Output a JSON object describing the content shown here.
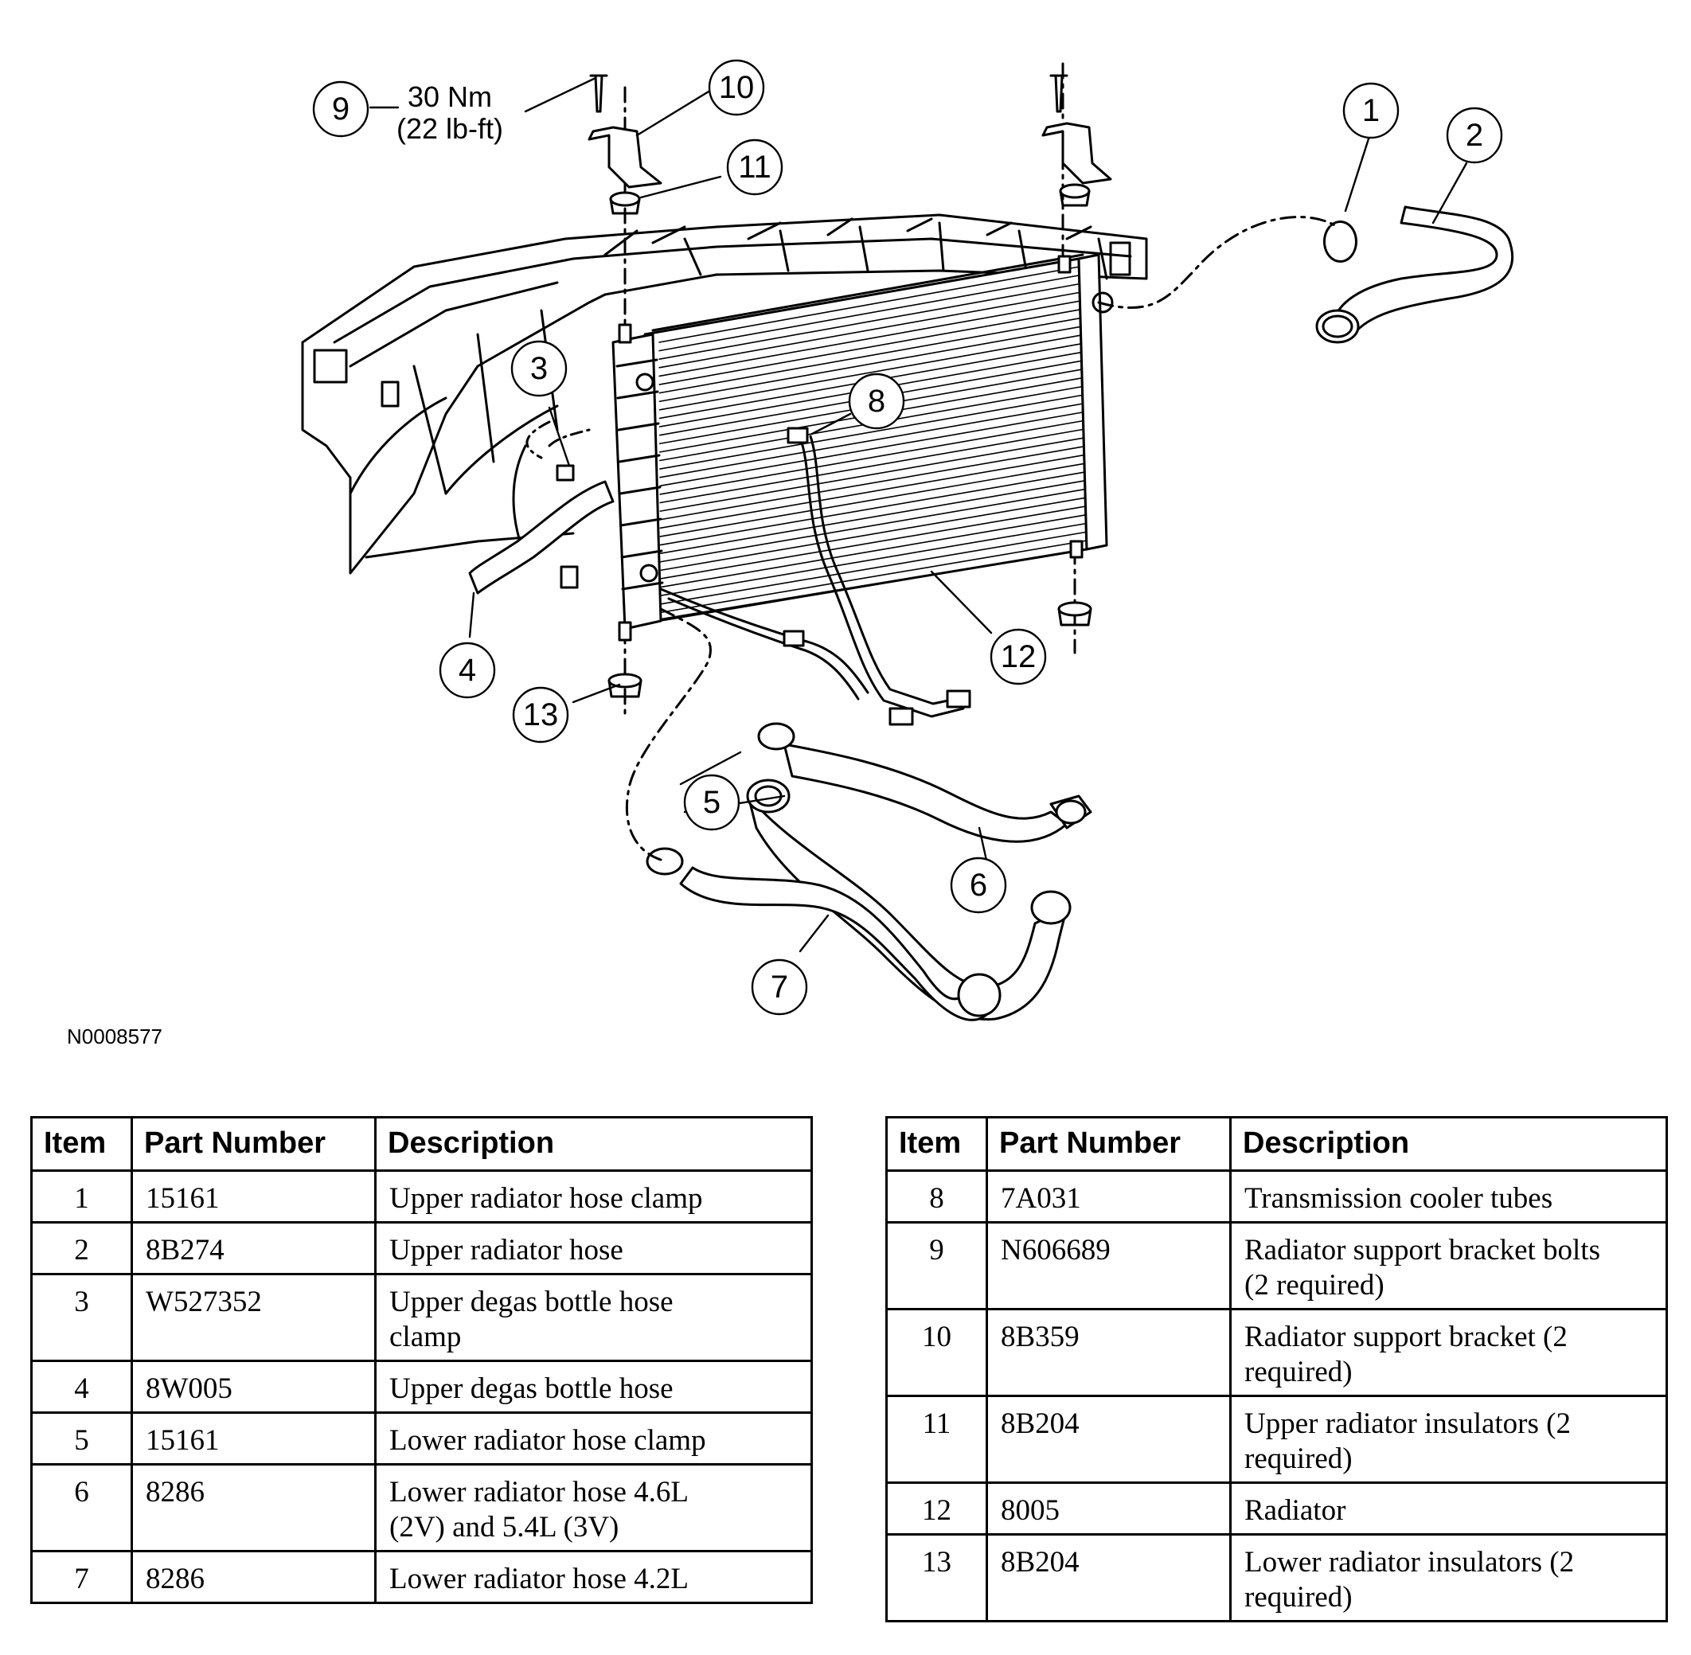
{
  "figure_id": "N0008577",
  "torque": {
    "value": "30 Nm",
    "imperial": "(22 lb-ft)"
  },
  "callouts": [
    "1",
    "2",
    "3",
    "4",
    "5",
    "6",
    "7",
    "8",
    "9",
    "10",
    "11",
    "12",
    "13"
  ],
  "table_headers": {
    "item": "Item",
    "part_number": "Part Number",
    "description": "Description"
  },
  "parts_left": [
    {
      "item": "1",
      "part": "15161",
      "desc": [
        "Upper radiator hose clamp"
      ]
    },
    {
      "item": "2",
      "part": "8B274",
      "desc": [
        "Upper radiator hose"
      ]
    },
    {
      "item": "3",
      "part": "W527352",
      "desc": [
        "Upper degas bottle hose",
        "clamp"
      ]
    },
    {
      "item": "4",
      "part": "8W005",
      "desc": [
        "Upper degas bottle hose"
      ]
    },
    {
      "item": "5",
      "part": "15161",
      "desc": [
        "Lower radiator hose clamp"
      ]
    },
    {
      "item": "6",
      "part": "8286",
      "desc": [
        "Lower radiator hose 4.6L",
        "(2V) and 5.4L (3V)"
      ]
    },
    {
      "item": "7",
      "part": "8286",
      "desc": [
        "Lower radiator hose 4.2L"
      ]
    }
  ],
  "parts_right": [
    {
      "item": "8",
      "part": "7A031",
      "desc": [
        "Transmission cooler tubes"
      ]
    },
    {
      "item": "9",
      "part": "N606689",
      "desc": [
        "Radiator support bracket bolts",
        "(2 required)"
      ]
    },
    {
      "item": "10",
      "part": "8B359",
      "desc": [
        "Radiator support bracket (2",
        "required)"
      ]
    },
    {
      "item": "11",
      "part": "8B204",
      "desc": [
        "Upper radiator insulators (2",
        "required)"
      ]
    },
    {
      "item": "12",
      "part": "8005",
      "desc": [
        "Radiator"
      ]
    },
    {
      "item": "13",
      "part": "8B204",
      "desc": [
        "Lower radiator insulators (2",
        "required)"
      ]
    }
  ]
}
